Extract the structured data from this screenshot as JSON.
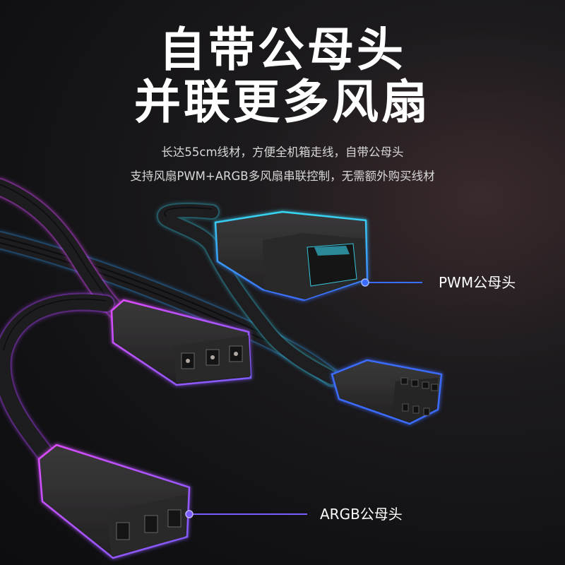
{
  "headline": {
    "line1": "自带公母头",
    "line2": "并联更多风扇"
  },
  "subtitle": {
    "line1": "长达55cm线材，方便全机箱走线，自带公母头",
    "line2": "支持风扇PWM+ARGB多风扇串联控制，无需额外购买线材"
  },
  "labels": {
    "pwm": "PWM公母头",
    "argb": "ARGB公母头"
  },
  "colors": {
    "background": "#121214",
    "cyan_glow": "#38d6f0",
    "blue_glow": "#3a6cff",
    "purple_glow": "#b044ff",
    "magenta_glow": "#e04cff",
    "connector": "#2b2a2b"
  }
}
